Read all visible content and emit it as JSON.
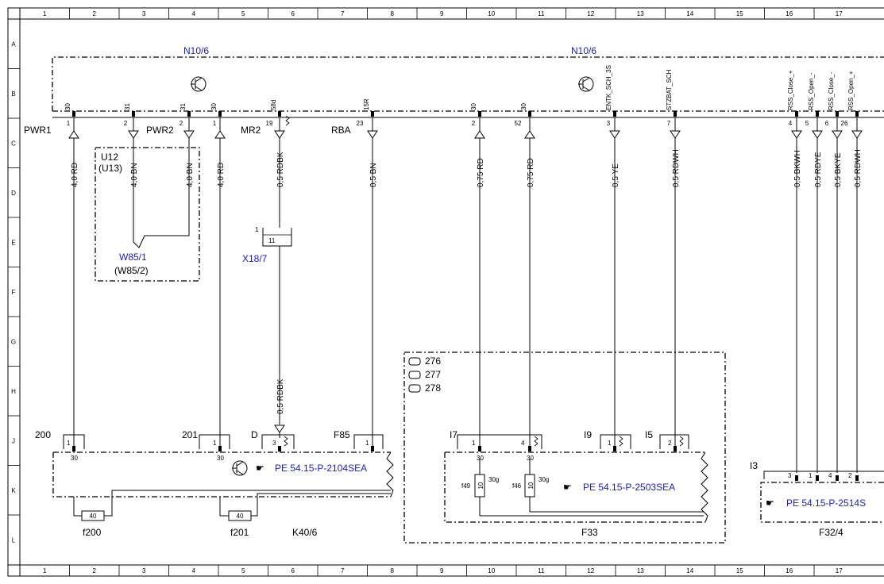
{
  "grid": {
    "columns": [
      "1",
      "2",
      "3",
      "4",
      "5",
      "6",
      "7",
      "8",
      "9",
      "10",
      "11",
      "12",
      "13",
      "14",
      "15",
      "16",
      "17"
    ],
    "rows": [
      "A",
      "B",
      "C",
      "D",
      "E",
      "F",
      "G",
      "H",
      "J",
      "K",
      "L"
    ]
  },
  "components": {
    "n10_6_left": "N10/6",
    "n10_6_right": "N10/6",
    "u12": "U12",
    "u13": "(U13)",
    "w85_1": "W85/1",
    "w85_2": "(W85/2)",
    "x18_7": "X18/7",
    "x18_7_pin_outer": "1",
    "x18_7_pin_inner": "11",
    "k40_6": "K40/6",
    "f33": "F33",
    "f32_4": "F32/4",
    "f200": "f200",
    "f201": "f201",
    "f200_rating": "40",
    "f201_rating": "40",
    "f49": "f49",
    "f46": "f46",
    "f49_rating": "10",
    "f46_rating": "10",
    "f49_terminal": "30g",
    "f46_terminal": "30g"
  },
  "pins_top": [
    {
      "group": "PWR1",
      "pin": "1",
      "term": "30"
    },
    {
      "group": "",
      "pin": "2",
      "term": "31"
    },
    {
      "group": "PWR2",
      "pin": "2",
      "term": "31"
    },
    {
      "group": "",
      "pin": "1",
      "term": "30"
    },
    {
      "group": "MR2",
      "pin": "19",
      "term": "58d"
    },
    {
      "group": "RBA",
      "pin": "23",
      "term": "15R"
    },
    {
      "group": "",
      "pin": "2",
      "term": "30"
    },
    {
      "group": "",
      "pin": "52",
      "term": "30"
    },
    {
      "group": "",
      "pin": "3",
      "term": "ENTK_SCH_3S"
    },
    {
      "group": "",
      "pin": "7",
      "term": "STZBAT_SCH"
    },
    {
      "group": "",
      "pin": "4",
      "term": "RSS_Close_+"
    },
    {
      "group": "",
      "pin": "5",
      "term": "RSS_Open_-"
    },
    {
      "group": "",
      "pin": "6",
      "term": "RSS_Close_-"
    },
    {
      "group": "",
      "pin": "26",
      "term": "RSS_Open_+"
    }
  ],
  "wires": [
    "4,0 RD",
    "4,0 BN",
    "4,0 BN",
    "4,0 RD",
    "0,5 RDBK",
    "0,5 BN",
    "0,75 RD",
    "0,75 RD",
    "0,5 YE",
    "0,5 RDWH",
    "0,5 BKWH",
    "0,5 RDYE",
    "0,5 BKYE",
    "0,5 RDWH"
  ],
  "wire_lower": "0,5 RDBK",
  "bottom_connectors": {
    "c200": {
      "label": "200",
      "pin": "1",
      "term": "30"
    },
    "c201": {
      "label": "201",
      "pin": "1",
      "term": "30"
    },
    "cD": {
      "label": "D",
      "pin": "3"
    },
    "cF85": {
      "label": "F85",
      "pin": "1"
    },
    "cI7": {
      "label": "I7",
      "pin": "1",
      "term": "30"
    },
    "cI7b": {
      "pin": "4",
      "term": "30"
    },
    "cI9": {
      "label": "I9",
      "pin": "1"
    },
    "cI5": {
      "label": "I5",
      "pin": "2"
    },
    "cI3": {
      "label": "I3",
      "pins": [
        "3",
        "1",
        "4",
        "2"
      ]
    }
  },
  "refs": {
    "pe_k40": "PE 54.15-P-2104SEA",
    "pe_f33": "PE 54.15-P-2503SEA",
    "pe_f32": "PE 54.15-P-2514S"
  },
  "variants": [
    "276",
    "277",
    "278"
  ]
}
